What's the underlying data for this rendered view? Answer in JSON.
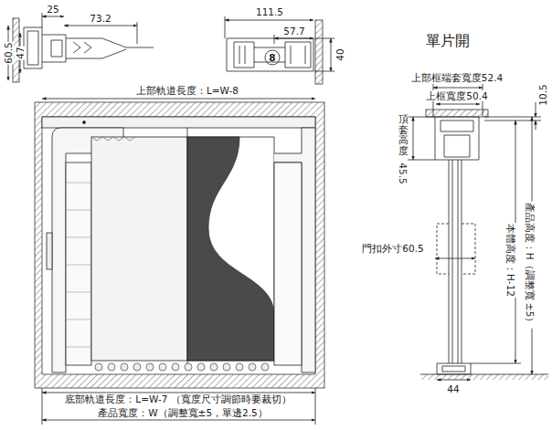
{
  "diagram": {
    "title": "單片開",
    "labels": [
      "25",
      "73.2",
      "60.5",
      "47",
      "111.5",
      "57.7",
      "8",
      "40",
      "上部框端套寬度52.4",
      "上框寬度50.4",
      "10.5",
      "上部軌道長度：L=W-8",
      "頂套高度",
      "45.5",
      "門扣外寸60.5",
      "本體高度：H-12",
      "產品高度：H（調整寬 ±5）",
      "44",
      "底部軌道長度：L=W-7 （寬度尺寸調節時要裁切）",
      "產品寬度：W（調整寬±5，單邊2.5）"
    ]
  }
}
